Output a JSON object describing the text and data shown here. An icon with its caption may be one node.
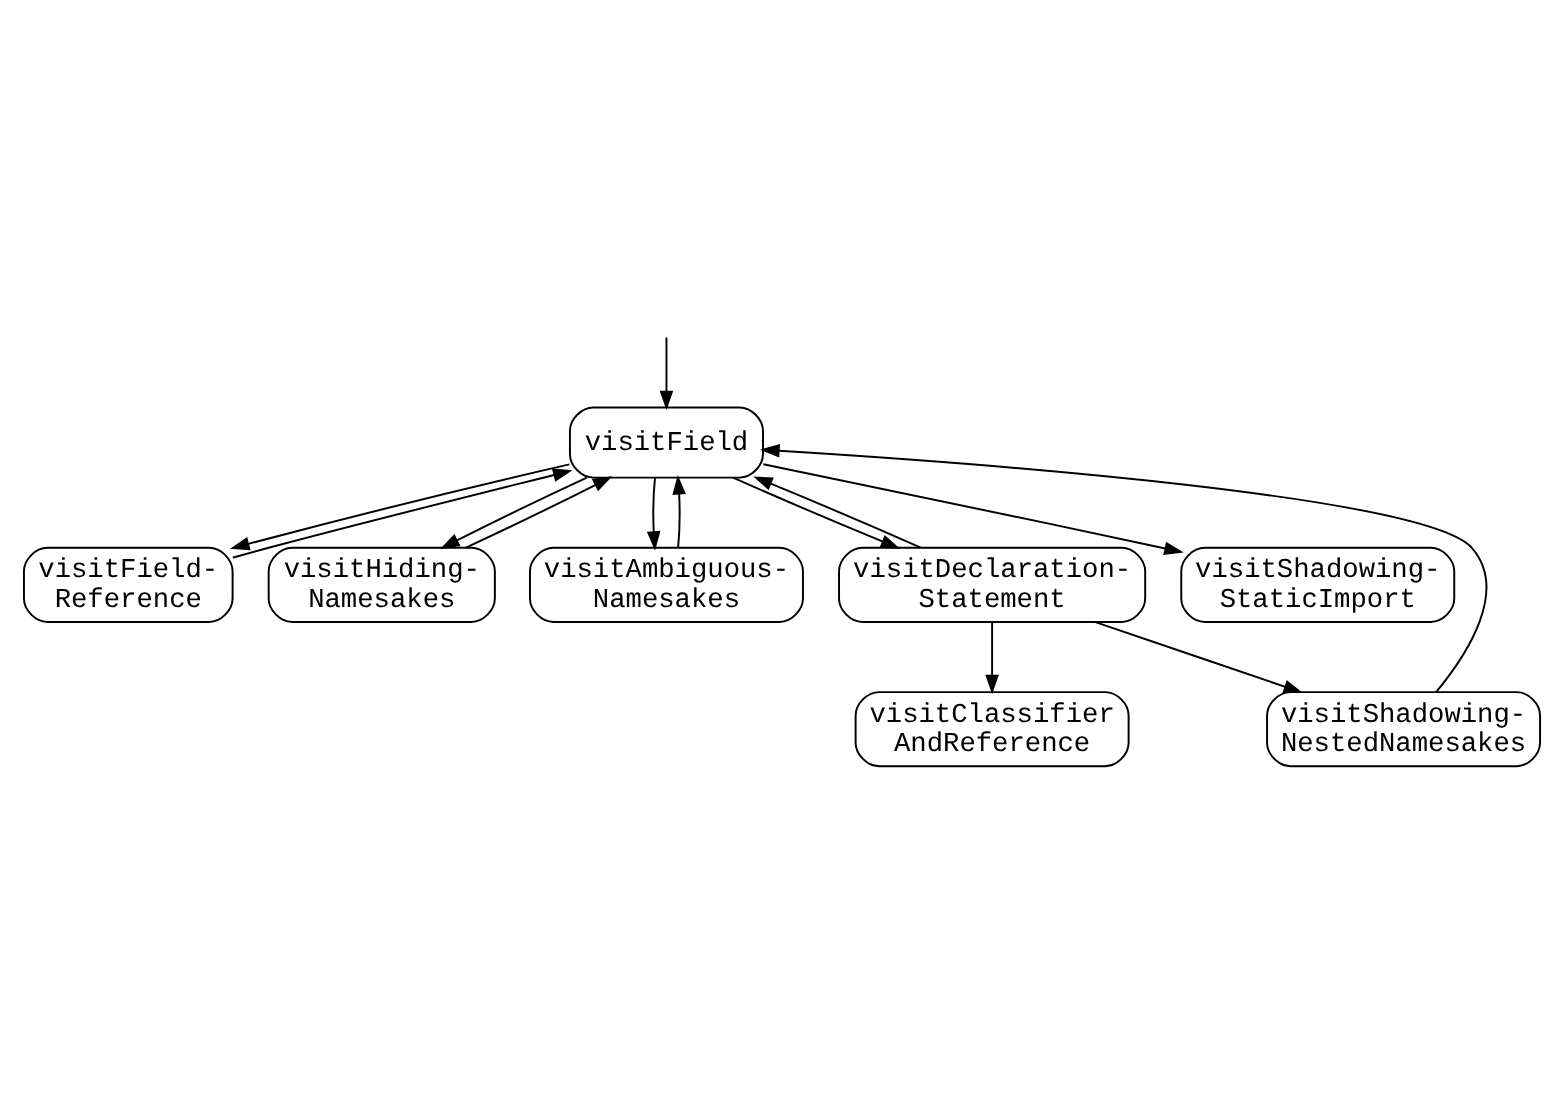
{
  "diagram": {
    "nodes": [
      {
        "text": [
          "visitField"
        ]
      },
      {
        "text": [
          "visitField- Reference"
        ]
      },
      {
        "text": [
          "visitHiding- Namesakes"
        ]
      },
      {
        "text": [
          "visitAmbiguous- Namesakes"
        ]
      },
      {
        "text": [
          "visitDeclaration- Statement"
        ]
      },
      {
        "text": [
          "visitShadowing- StaticImport"
        ]
      },
      {
        "text": [
          "visitClassifier AndReference"
        ]
      },
      {
        "text": [
          "visitShadowing- NestedNamesakes"
        ]
      }
    ],
    "edges": [
      {
        "from": null,
        "to": 0,
        "arrow": "to"
      },
      {
        "from": 0,
        "to": 1,
        "arrow": "to"
      },
      {
        "from": 1,
        "to": 0,
        "arrow": "to"
      },
      {
        "from": 0,
        "to": 2,
        "arrow": "to"
      },
      {
        "from": 2,
        "to": 0,
        "arrow": "to"
      },
      {
        "from": 0,
        "to": 3,
        "arrow": "to"
      },
      {
        "from": 3,
        "to": 0,
        "arrow": "to"
      },
      {
        "from": 0,
        "to": 4,
        "arrow": "to"
      },
      {
        "from": 4,
        "to": 0,
        "arrow": "to"
      },
      {
        "from": 0,
        "to": 5,
        "arrow": "to"
      },
      {
        "from": 4,
        "to": 6,
        "arrow": "to"
      },
      {
        "from": 4,
        "to": 7,
        "arrow": "to"
      },
      {
        "from": 7,
        "to": 0,
        "arrow": "to"
      }
    ]
  }
}
